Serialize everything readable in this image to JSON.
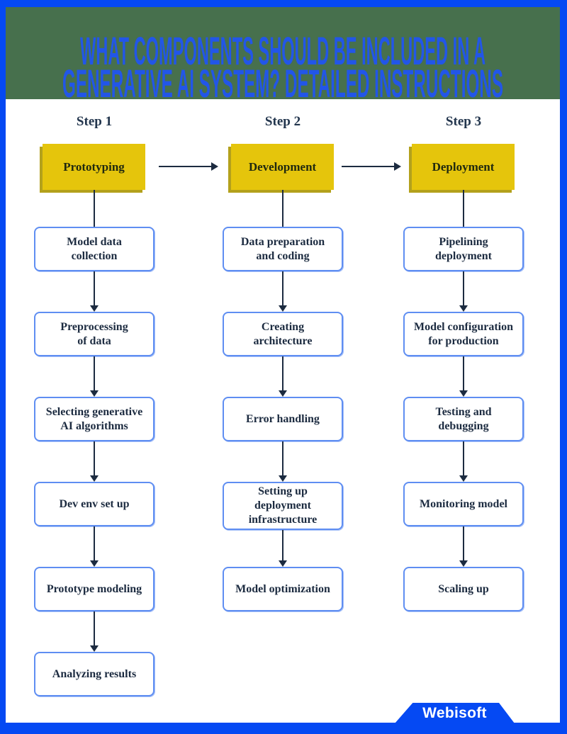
{
  "title": {
    "line1": "WHAT COMPONENTS SHOULD BE INCLUDED IN A",
    "line2": "GENERATIVE AI SYSTEM? DETAILED INSTRUCTIONS"
  },
  "steps": [
    {
      "label": "Step 1",
      "header": "Prototyping",
      "boxes": [
        "Model data\ncollection",
        "Preprocessing\nof data",
        "Selecting generative\nAI algorithms",
        "Dev env set up",
        "Prototype modeling",
        "Analyzing results"
      ]
    },
    {
      "label": "Step 2",
      "header": "Development",
      "boxes": [
        "Data preparation\nand coding",
        "Creating\narchitecture",
        "Error handling",
        "Setting up\ndeployment\ninfrastructure",
        "Model optimization"
      ]
    },
    {
      "label": "Step 3",
      "header": "Deployment",
      "boxes": [
        "Pipelining\ndeployment",
        "Model configuration\nfor production",
        "Testing and\ndebugging",
        "Monitoring model",
        "Scaling up"
      ]
    }
  ],
  "footer": {
    "brand": "Webisoft"
  },
  "colors": {
    "frame_blue": "#0549f3",
    "header_green": "#47704d",
    "title_blue": "#2256e8",
    "box_border": "#5f8ef2",
    "ink": "#1c2b40",
    "accent_yellow": "#e5c50c",
    "yellow_shade": "#b3a11c"
  }
}
